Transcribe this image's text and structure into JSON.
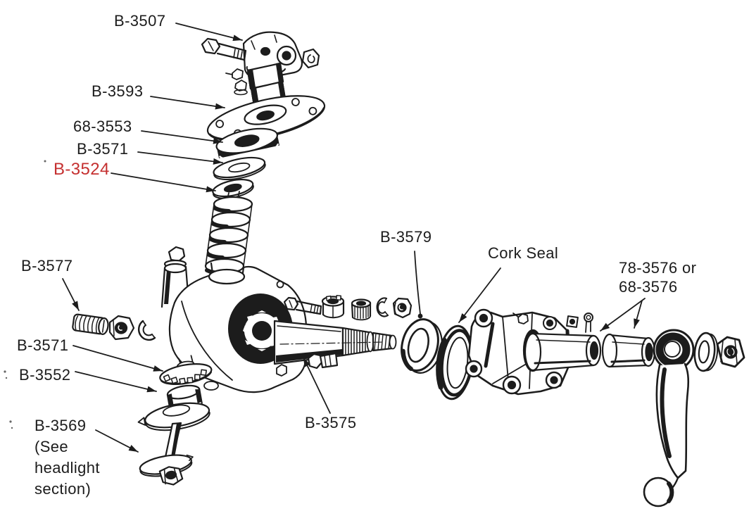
{
  "diagram": {
    "type": "exploded-parts-diagram",
    "subject": "Steering gear assembly exploded parts view",
    "background_color": "#ffffff",
    "ink_color": "#1c1c1c",
    "highlight_color": "#c53030",
    "labels": {
      "b3507": {
        "text": "B-3507"
      },
      "b3593": {
        "text": "B-3593"
      },
      "n683553": {
        "text": "68-3553"
      },
      "b3571_upper": {
        "text": "B-3571"
      },
      "b3524": {
        "text": "B-3524",
        "color": "#c53030"
      },
      "b3577": {
        "text": "B-3577"
      },
      "b3571_lower": {
        "text": "B-3571"
      },
      "b3552": {
        "text": "B-3552"
      },
      "b3569": {
        "text": "B-3569",
        "note_line1": "(See",
        "note_line2": "headlight",
        "note_line3": "section)"
      },
      "b3575": {
        "text": "B-3575"
      },
      "b3579": {
        "text": "B-3579"
      },
      "cork_seal": {
        "text": "Cork Seal"
      },
      "n3576": {
        "line1": "78-3576 or",
        "line2": "68-3576"
      }
    }
  }
}
